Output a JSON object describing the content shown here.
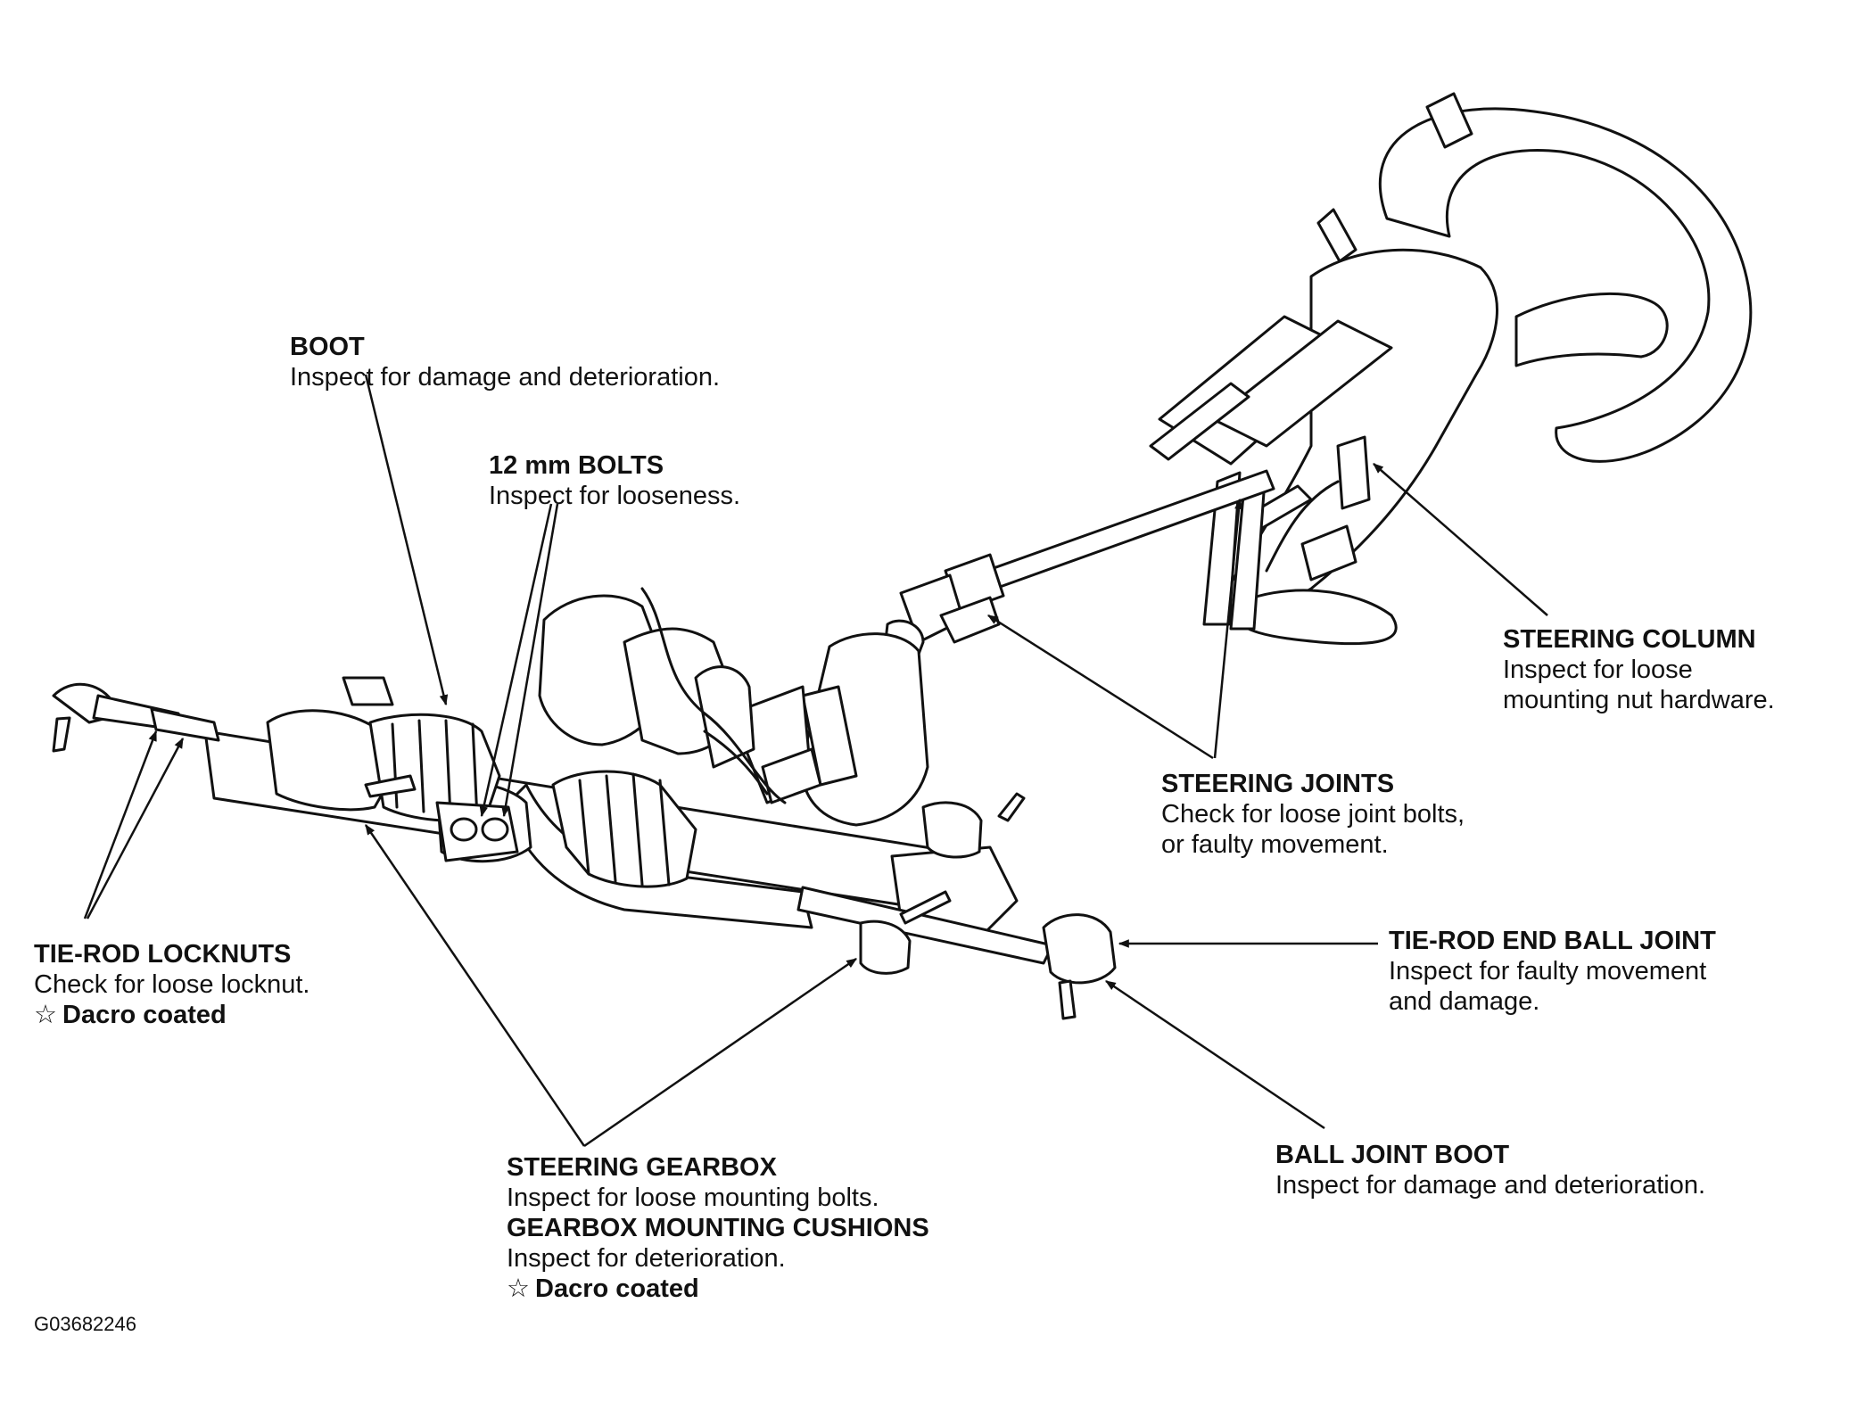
{
  "callouts": {
    "boot": {
      "title": "BOOT",
      "note": "Inspect for damage and deterioration."
    },
    "bolts": {
      "title": "12 mm BOLTS",
      "note": "Inspect for looseness."
    },
    "steering_column": {
      "title": "STEERING COLUMN",
      "note1": "Inspect for loose",
      "note2": "mounting nut hardware."
    },
    "steering_joints": {
      "title": "STEERING JOINTS",
      "note1": "Check for loose joint bolts,",
      "note2": "or faulty movement."
    },
    "tie_rod_locknuts": {
      "title": "TIE-ROD LOCKNUTS",
      "note": "Check for loose locknut.",
      "star_note": "Dacro coated"
    },
    "tie_rod_end": {
      "title": "TIE-ROD END BALL JOINT",
      "note1": "Inspect for faulty movement",
      "note2": "and damage."
    },
    "steering_gearbox": {
      "title": "STEERING GEARBOX",
      "note": "Inspect for loose mounting bolts.",
      "title2": "GEARBOX MOUNTING CUSHIONS",
      "note2": "Inspect for deterioration.",
      "star_note": "Dacro coated"
    },
    "ball_joint_boot": {
      "title": "BALL JOINT BOOT",
      "note": "Inspect for damage and deterioration."
    }
  },
  "star_symbol": "☆",
  "figure_id": "G03682246",
  "colors": {
    "ink": "#111111",
    "paper": "#ffffff"
  }
}
